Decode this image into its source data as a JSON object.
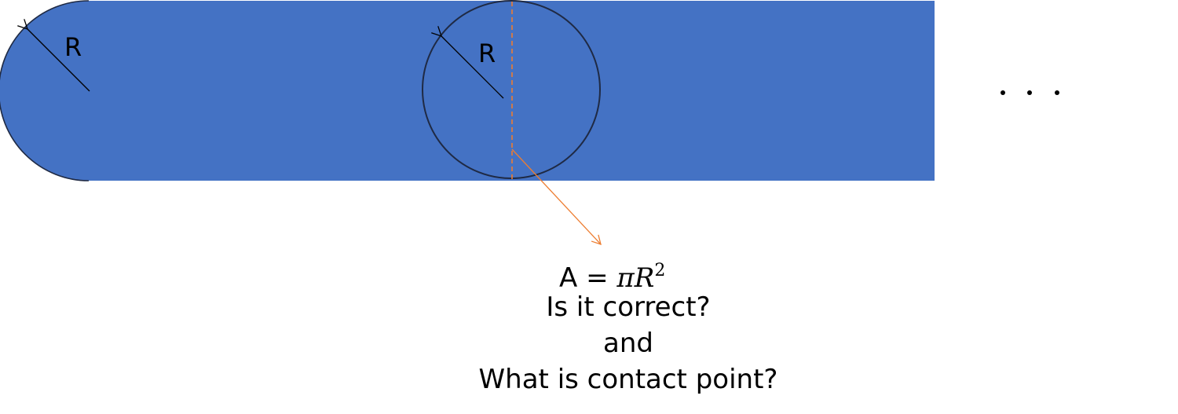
{
  "radius_label_left": "R",
  "radius_label_circle": "R",
  "ellipsis": ". . .",
  "formula": {
    "lhs": "A",
    "eq": "=",
    "rhs": "πR",
    "exponent": "2"
  },
  "question_line_1": "Is it correct?",
  "question_line_2": "and",
  "question_line_3": "What is contact point?",
  "colors": {
    "strip_fill": "#4472C4",
    "outline": "#1F2A44",
    "dashed_line": "#ED7D31",
    "pointer_arrow": "#ED7D31",
    "text": "#000000"
  }
}
